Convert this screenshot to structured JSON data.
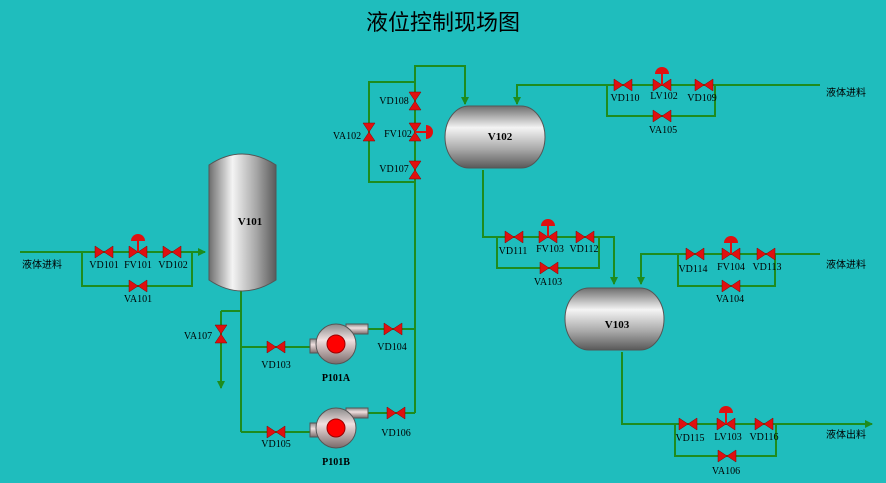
{
  "title": "液位控制现场图",
  "vessels": {
    "v101": "V101",
    "v102": "V102",
    "v103": "V103"
  },
  "pumps": {
    "p101a": "P101A",
    "p101b": "P101B"
  },
  "streams": {
    "v101_feed": "液体进料",
    "v102_feed": "液体进料",
    "v103_feed": "液体进料",
    "product": "液体出料"
  },
  "valves": {
    "vd101": "VD101",
    "fv101": "FV101",
    "vd102": "VD102",
    "va101": "VA101",
    "va107": "VA107",
    "vd103": "VD103",
    "vd104": "VD104",
    "vd105": "VD105",
    "vd106": "VD106",
    "vd108": "VD108",
    "fv102": "FV102",
    "va102": "VA102",
    "vd107": "VD107",
    "vd110": "VD110",
    "lv102": "LV102",
    "vd109": "VD109",
    "va105": "VA105",
    "vd111": "VD111",
    "fv103": "FV103",
    "vd112": "VD112",
    "va103": "VA103",
    "vd114": "VD114",
    "fv104": "FV104",
    "vd113": "VD113",
    "va104": "VA104",
    "vd115": "VD115",
    "lv103": "LV103",
    "vd116": "VD116",
    "va106": "VA106"
  },
  "colors": {
    "background": "#1fbdbd",
    "pipe": "#1e8c1e",
    "valve": "#e01010",
    "vessel": "#b0b0b0"
  }
}
